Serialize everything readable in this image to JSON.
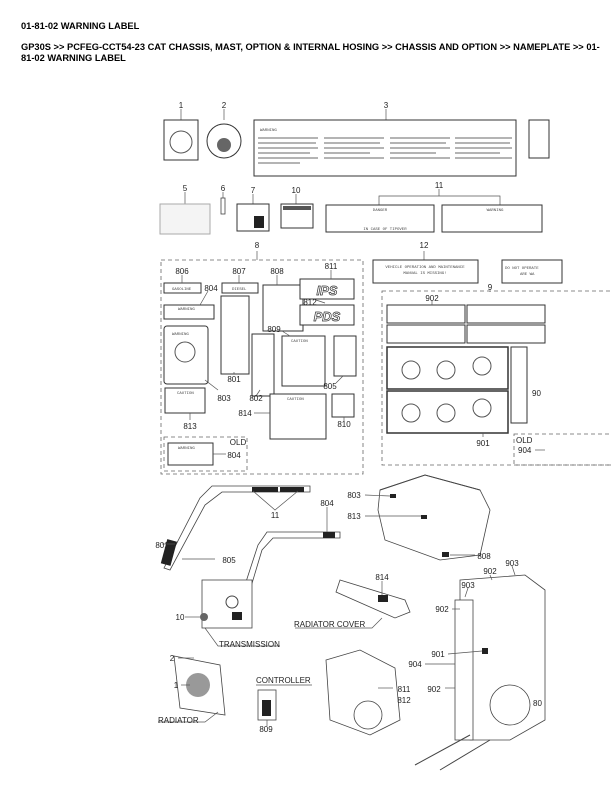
{
  "header": {
    "title": "01-81-02 WARNING LABEL",
    "breadcrumb": "GP30S >> PCFEG-CCT54-23 CAT CHASSIS, MAST, OPTION & INTERNAL HOSING >> CHASSIS AND OPTION >> NAMEPLATE >> 01-81-02 WARNING LABEL"
  },
  "callouts": {
    "top": [
      "1",
      "2",
      "3",
      "5",
      "6",
      "7",
      "10",
      "11",
      "8",
      "12",
      "9"
    ],
    "group8": [
      "806",
      "807",
      "808",
      "811",
      "804",
      "812",
      "809",
      "801",
      "803",
      "802",
      "805",
      "813",
      "814",
      "810",
      "OLD",
      "804"
    ],
    "group9": [
      "902",
      "901",
      "90",
      "OLD",
      "904"
    ],
    "lower": [
      "11",
      "804",
      "803",
      "813",
      "801",
      "805",
      "808",
      "814",
      "10",
      "902",
      "903",
      "903",
      "902",
      "2",
      "1",
      "901",
      "904",
      "811",
      "812",
      "902",
      "809",
      "80"
    ]
  },
  "component_names": {
    "transmission": "TRANSMISSION",
    "radiator_cover": "RADIATOR COVER",
    "controller": "CONTROLLER",
    "radiator": "RADIATOR"
  },
  "label_texts": {
    "warning": "WARNING",
    "caution": "CAUTION",
    "danger": "DANGER",
    "gasoline": "GASOLINE",
    "diesel": "DIESEL",
    "ips": "IPS",
    "pds": "PDS",
    "tipover": "IN CASE OF TIPOVER",
    "manual_missing_1": "VEHICLE OPERATION AND MAINTENANCE",
    "manual_missing_2": "MANUAL IS MISSING!",
    "do_not_operate_1": "DO NOT OPERATE",
    "do_not_operate_2": "ARE WA"
  }
}
